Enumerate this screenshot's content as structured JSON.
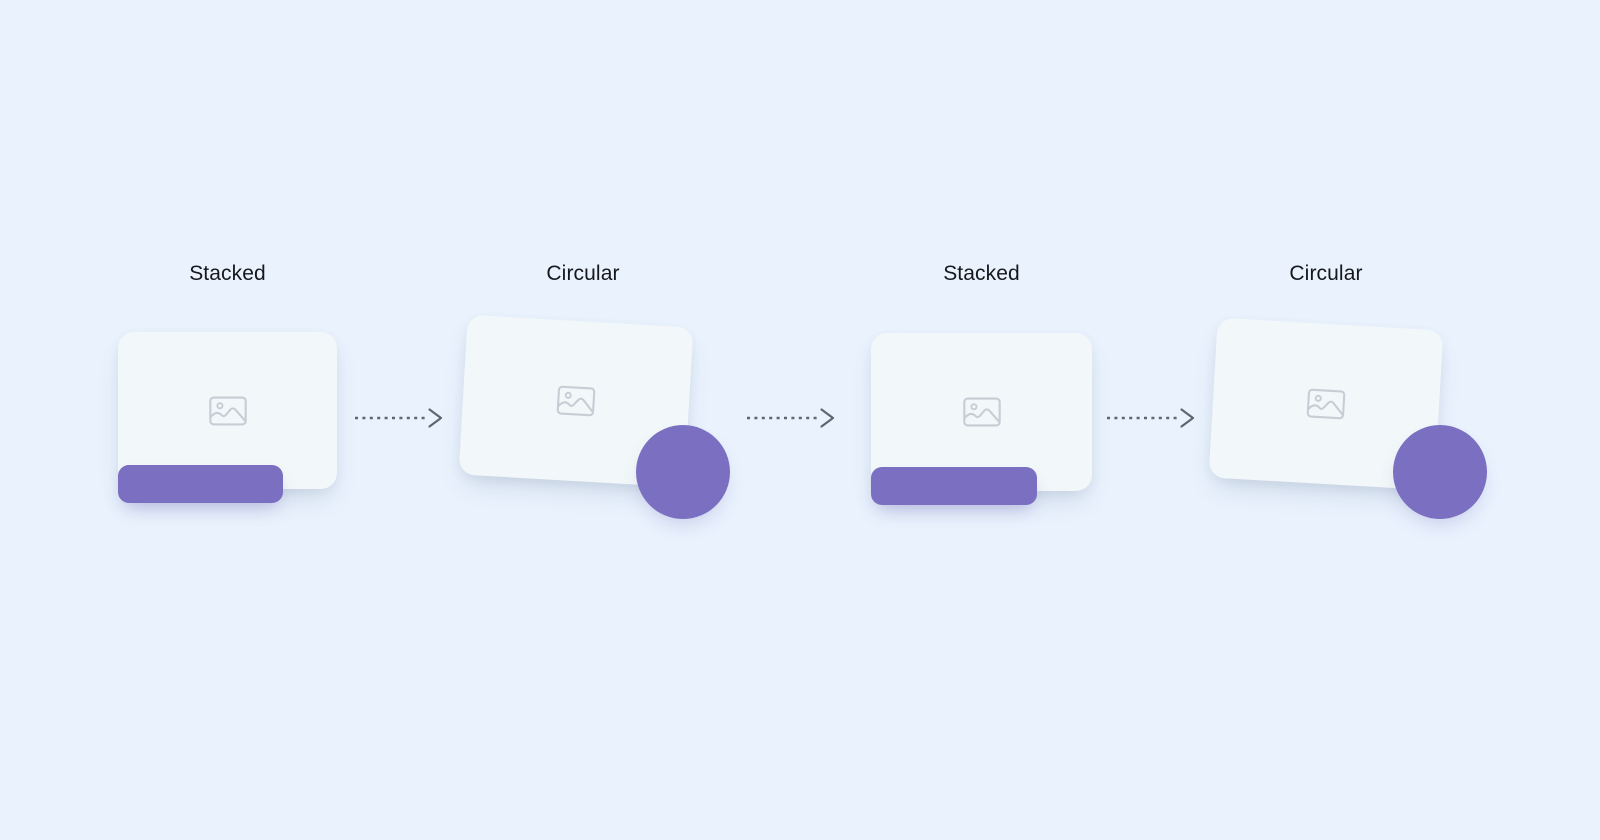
{
  "page": {
    "background": "#e9f2fd",
    "description": "Four-step diagram alternating Stacked and Circular card layouts connected by dashed arrows"
  },
  "palette": {
    "card_bg": "#f2f7f9",
    "accent_purple": "#7a6fc1",
    "icon_gray": "#c6cdd5",
    "arrow_gray": "#5d6672",
    "label_color": "#15181d"
  },
  "steps": [
    {
      "label": "Stacked",
      "variant": "stacked",
      "icon": "image-placeholder-icon"
    },
    {
      "label": "Circular",
      "variant": "circular",
      "icon": "image-placeholder-icon"
    },
    {
      "label": "Stacked",
      "variant": "stacked",
      "icon": "image-placeholder-icon"
    },
    {
      "label": "Circular",
      "variant": "circular",
      "icon": "image-placeholder-icon"
    }
  ],
  "arrows": {
    "style": "dashed",
    "count": 3
  }
}
